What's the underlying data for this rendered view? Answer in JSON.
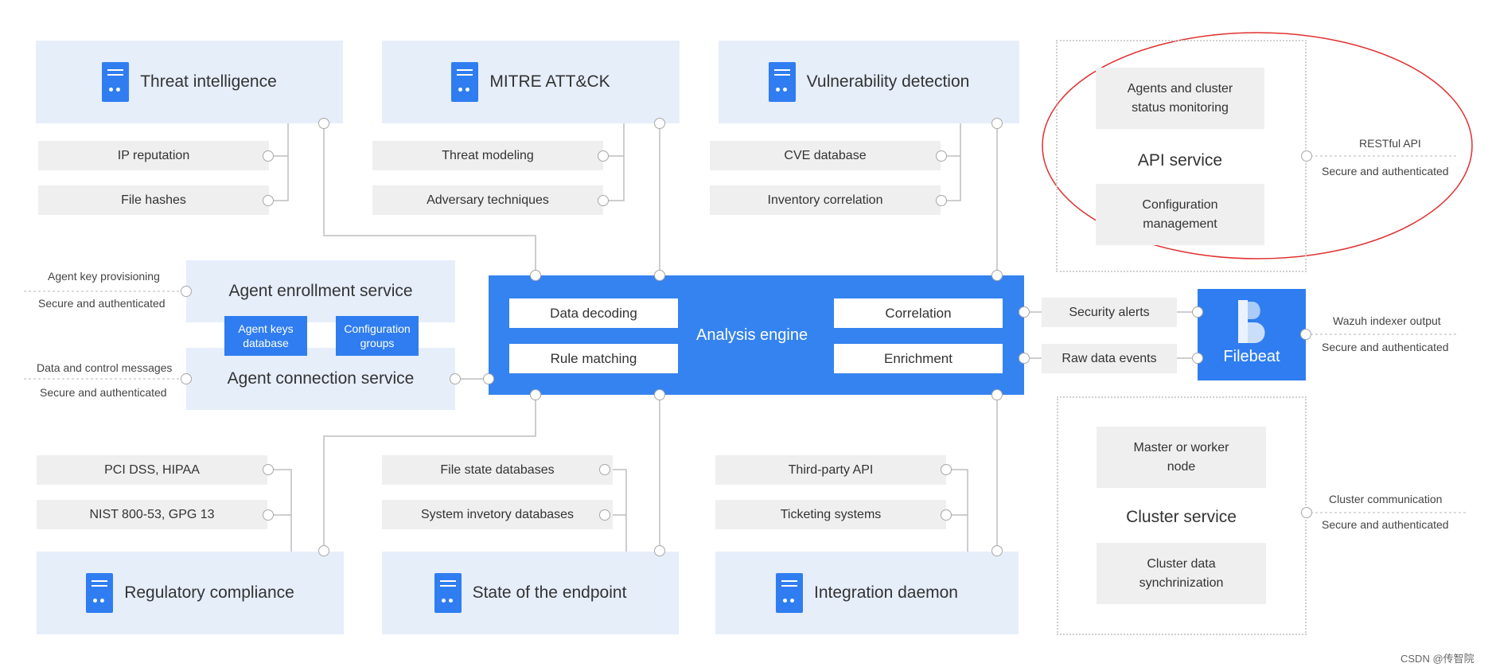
{
  "modules": {
    "threat_intelligence": "Threat intelligence",
    "mitre": "MITRE ATT&CK",
    "vulnerability": "Vulnerability detection",
    "regulatory": "Regulatory compliance",
    "endpoint": "State of the endpoint",
    "integration": "Integration daemon"
  },
  "subs": {
    "ip_reputation": "IP reputation",
    "file_hashes": "File hashes",
    "threat_modeling": "Threat modeling",
    "adversary": "Adversary techniques",
    "cve": "CVE database",
    "inventory": "Inventory correlation",
    "pci": "PCI DSS, HIPAA",
    "nist": "NIST 800-53, GPG 13",
    "file_state": "File state databases",
    "system_inventory": "System invetory databases",
    "third_party": "Third-party API",
    "ticketing": "Ticketing systems"
  },
  "engine": {
    "title": "Analysis engine",
    "data_decoding": "Data decoding",
    "rule_matching": "Rule matching",
    "correlation": "Correlation",
    "enrichment": "Enrichment"
  },
  "agent": {
    "enrollment": "Agent enrollment service",
    "connection": "Agent connection service",
    "keys_db": "Agent keys database",
    "config_groups": "Configuration groups",
    "key_provisioning": "Agent key provisioning",
    "secure1": "Secure and authenticated",
    "data_control": "Data and control messages",
    "secure2": "Secure and authenticated"
  },
  "api": {
    "monitoring": "Agents and cluster status monitoring",
    "title": "API service",
    "config_mgmt": "Configuration management",
    "restful": "RESTful API",
    "secure": "Secure and authenticated"
  },
  "outputs": {
    "security_alerts": "Security alerts",
    "raw_events": "Raw data events"
  },
  "filebeat": {
    "title": "Filebeat",
    "indexer_output": "Wazuh indexer output",
    "secure": "Secure and authenticated"
  },
  "cluster": {
    "master_worker": "Master or worker node",
    "title": "Cluster service",
    "sync": "Cluster data synchrinization",
    "communication": "Cluster communication",
    "secure": "Secure and authenticated"
  },
  "watermark": "CSDN @传智院",
  "colors": {
    "primary_blue": "#2f7df0",
    "engine_blue": "#3583f0",
    "light_blue": "#e6eefa",
    "sub_gray": "#efefef",
    "annotation_red": "#e03030"
  }
}
